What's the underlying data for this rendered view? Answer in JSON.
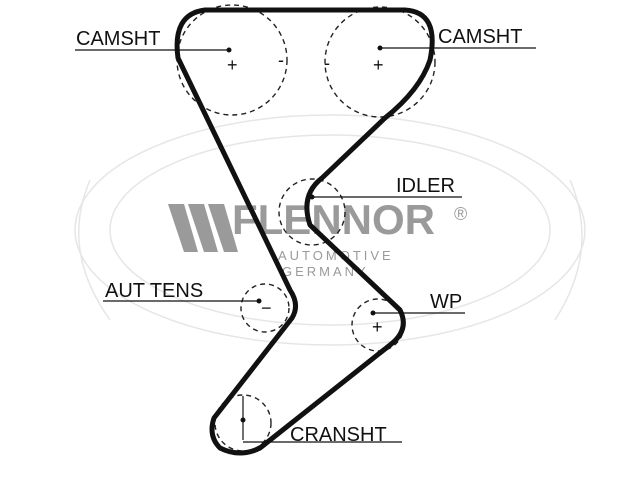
{
  "labels": {
    "camshaft_left": "CAMSHT",
    "camshaft_right": "CAMSHT",
    "idler": "IDLER",
    "auto_tensioner": "AUT TENS",
    "water_pump": "WP",
    "crankshaft": "CRANSHT"
  },
  "signs": {
    "camshaft_left_center": "+",
    "camshaft_left_side": "-",
    "camshaft_right_side": "-",
    "camshaft_right_center": "+",
    "auto_tensioner": "−",
    "water_pump": "+"
  },
  "watermark": {
    "brand": "FLENNOR",
    "registered": "®",
    "line1": "AUTOMOTIVE",
    "line2": "GERMANY"
  },
  "colors": {
    "belt": "#111111",
    "pulley": "#222222",
    "watermark": "#9a9a9a",
    "background": "#ffffff"
  }
}
